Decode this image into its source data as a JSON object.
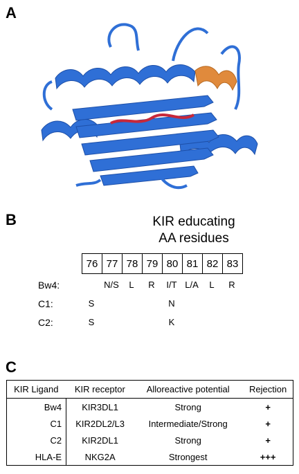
{
  "panel_a": {
    "letter": "A",
    "colors": {
      "protein": "#2f6fd6",
      "highlight": "#e08a3c",
      "peptide": "#c8283a"
    }
  },
  "panel_b": {
    "letter": "B",
    "title_line1": "KIR educating",
    "title_line2": "AA residues",
    "positions": [
      "76",
      "77",
      "78",
      "79",
      "80",
      "81",
      "82",
      "83"
    ],
    "rows": [
      {
        "label": "Bw4:",
        "values": [
          "",
          "N/S",
          "L",
          "R",
          "I/T",
          "L/A",
          "L",
          "R"
        ]
      },
      {
        "label": "C1:",
        "values": [
          "S",
          "",
          "",
          "",
          "N",
          "",
          "",
          ""
        ]
      },
      {
        "label": "C2:",
        "values": [
          "S",
          "",
          "",
          "",
          "K",
          "",
          "",
          ""
        ]
      }
    ]
  },
  "panel_c": {
    "letter": "C",
    "headers": [
      "KIR Ligand",
      "KIR receptor",
      "Alloreactive potential",
      "Rejection"
    ],
    "rows": [
      {
        "ligand": "Bw4",
        "receptor": "KIR3DL1",
        "potential": "Strong",
        "rejection": "+"
      },
      {
        "ligand": "C1",
        "receptor": "KIR2DL2/L3",
        "potential": "Intermediate/Strong",
        "rejection": "+"
      },
      {
        "ligand": "C2",
        "receptor": "KIR2DL1",
        "potential": "Strong",
        "rejection": "+"
      },
      {
        "ligand": "HLA-E",
        "receptor": "NKG2A",
        "potential": "Strongest",
        "rejection": "+++"
      }
    ]
  }
}
